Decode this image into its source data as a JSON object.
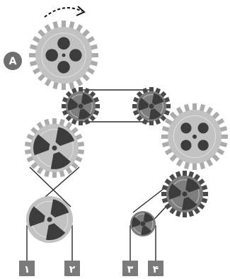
{
  "marker": "A",
  "labels": [
    "١",
    "٢",
    "٣",
    "۴"
  ],
  "colors": {
    "gear_light_body": "#c2c2c2",
    "gear_light_teeth": "#ababab",
    "gear_dark_body": "#7e7e7e",
    "gear_dark_teeth": "#4a4a4a",
    "hub": "#3c3c3c",
    "belt": "#2a2a2a",
    "label_box": "#7a7a7a",
    "marker_circle": "#6f6f6f",
    "arrow": "#111111"
  },
  "icons": [
    "rotation-arrow-icon"
  ]
}
